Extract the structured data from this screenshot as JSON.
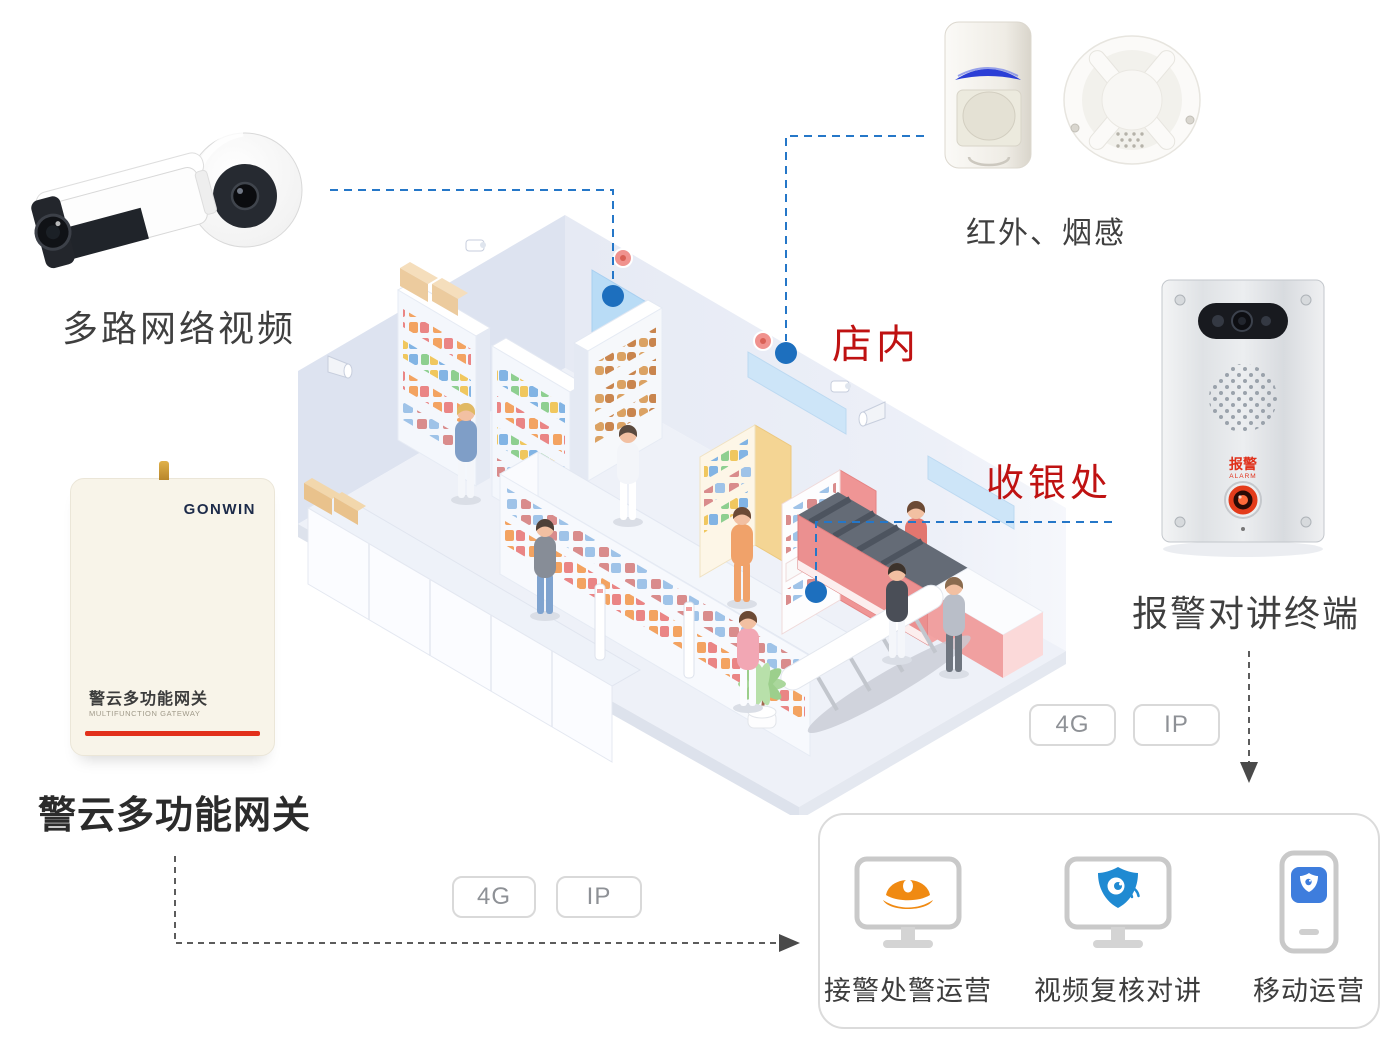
{
  "devices": {
    "cameras": {
      "label": "多路网络视频"
    },
    "detectors": {
      "label": "红外、烟感"
    },
    "terminal": {
      "label": "报警对讲终端",
      "panel_button_cn": "报警",
      "panel_button_en": "ALARM"
    },
    "gateway": {
      "label": "警云多功能网关",
      "brand": "GONWIN",
      "panel_title": "警云多功能网关",
      "panel_subtitle": "MULTIFUNCTION GATEWAY"
    }
  },
  "zones": {
    "in_store": "店内",
    "cashier": "收银处"
  },
  "badges": {
    "terminal": [
      "4G",
      "IP"
    ],
    "gateway": [
      "4G",
      "IP"
    ]
  },
  "platform": {
    "features": [
      {
        "label": "接警处警运营",
        "icon": "monitor-police-hat"
      },
      {
        "label": "视频复核对讲",
        "icon": "monitor-shield"
      },
      {
        "label": "移动运营",
        "icon": "phone-app"
      }
    ]
  },
  "colors": {
    "link_blue": "#2577c8",
    "dot_blue": "#1d6fbe",
    "zone_red": "#bf1212",
    "gray_dash": "#5c5c5c",
    "hat_orange": "#f08a12",
    "shield_blue": "#1f8ad2",
    "gateway_stripe_red": "#e2301b"
  }
}
